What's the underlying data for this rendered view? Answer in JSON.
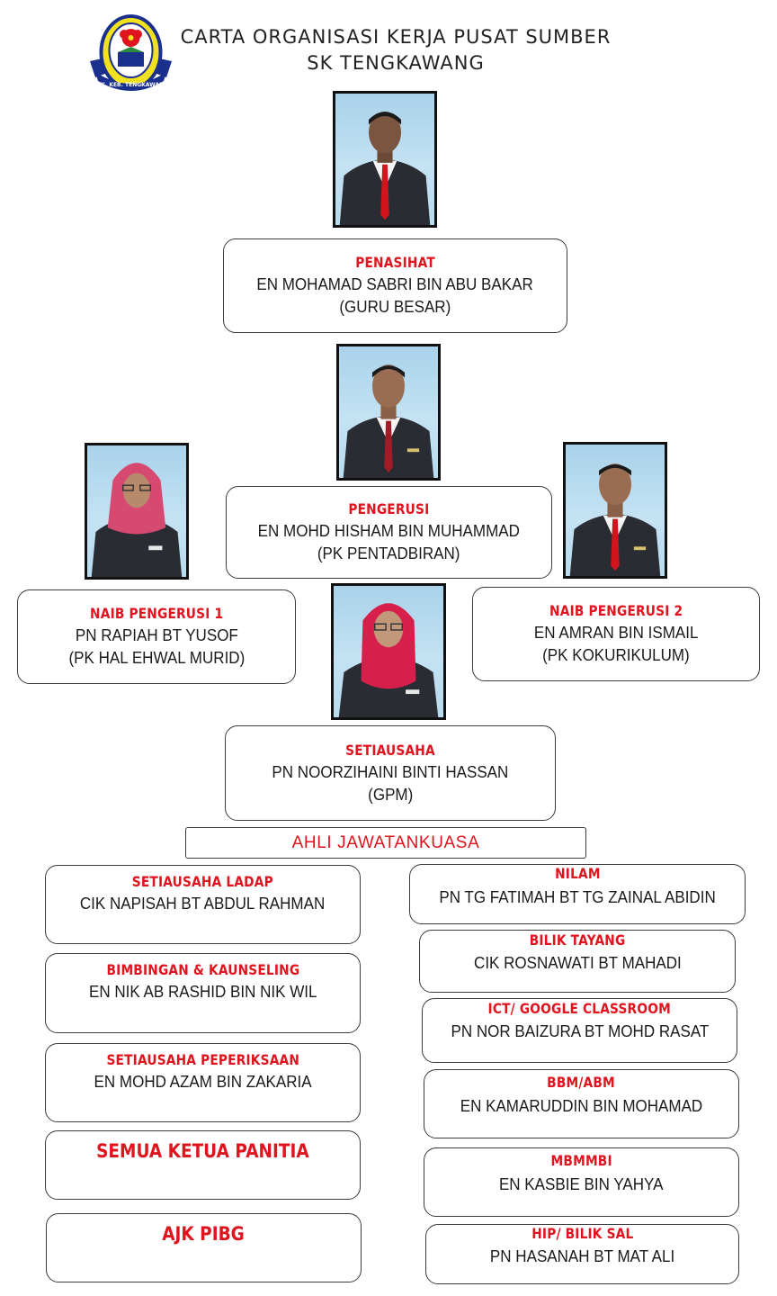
{
  "header": {
    "title_line1": "CARTA ORGANISASI KERJA PUSAT SUMBER",
    "title_line2": "SK TENGKAWANG",
    "logo_text": "SEK. KEB. TENGKAWANG"
  },
  "colors": {
    "role_red": "#e0141e",
    "border": "#3a3a3a",
    "photo_bg": "#b8dbee"
  },
  "advisor": {
    "role": "PENASIHAT",
    "name": "EN MOHAMAD SABRI BIN ABU BAKAR",
    "post": "(GURU BESAR)"
  },
  "chair": {
    "role": "PENGERUSI",
    "name": "EN MOHD HISHAM BIN MUHAMMAD",
    "post": "(PK PENTADBIRAN)"
  },
  "vice1": {
    "role": "NAIB PENGERUSI 1",
    "name": "PN RAPIAH BT YUSOF",
    "post": "(PK HAL EHWAL MURID)"
  },
  "vice2": {
    "role": "NAIB PENGERUSI 2",
    "name": "EN AMRAN BIN ISMAIL",
    "post": "(PK KOKURIKULUM)"
  },
  "secretary": {
    "role": "SETIAUSAHA",
    "name": "PN NOORZIHAINI BINTI HASSAN",
    "post": "(GPM)"
  },
  "committee_banner": "AHLI JAWATANKUASA",
  "left_members": [
    {
      "role": "SETIAUSAHA LADAP",
      "name": "CIK NAPISAH BT ABDUL RAHMAN"
    },
    {
      "role": "BIMBINGAN & KAUNSELING",
      "name": "EN NIK AB RASHID BIN NIK WIL"
    },
    {
      "role": "SETIAUSAHA PEPERIKSAAN",
      "name": "EN MOHD AZAM BIN ZAKARIA"
    },
    {
      "role": "SEMUA KETUA PANITIA"
    },
    {
      "role": "AJK PIBG"
    }
  ],
  "right_members": [
    {
      "role": "NILAM",
      "name": "PN TG FATIMAH BT TG ZAINAL ABIDIN"
    },
    {
      "role": "BILIK TAYANG",
      "name": "CIK ROSNAWATI BT MAHADI"
    },
    {
      "role": "ICT/ GOOGLE CLASSROOM",
      "name": "PN NOR BAIZURA BT MOHD RASAT"
    },
    {
      "role": "BBM/ABM",
      "name": "EN KAMARUDDIN BIN MOHAMAD"
    },
    {
      "role": "MBMMBI",
      "name": "EN KASBIE BIN YAHYA"
    },
    {
      "role": "HIP/ BILIK SAL",
      "name": "PN HASANAH BT MAT ALI"
    }
  ]
}
